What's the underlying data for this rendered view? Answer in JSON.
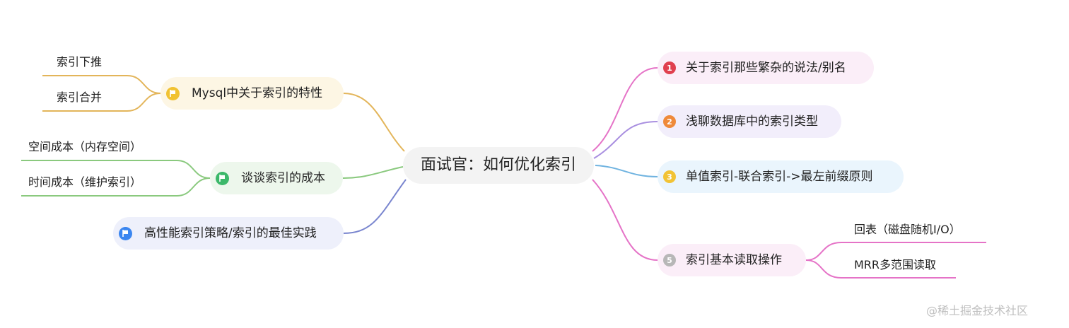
{
  "center": {
    "label": "面试官：如何优化索引"
  },
  "right_branches": [
    {
      "badge": "1",
      "label": "关于索引那些繁杂的说法/别名",
      "color": "#e573c7",
      "fill": "#fbeef8",
      "badge_color": "#e0404f"
    },
    {
      "badge": "2",
      "label": "浅聊数据库中的索引类型",
      "color": "#a98fe0",
      "fill": "#f2eefb",
      "badge_color": "#ef8a3a"
    },
    {
      "badge": "3",
      "label": "单值索引-联合索引->最左前缀原则",
      "color": "#6fb3e0",
      "fill": "#eaf5fd",
      "badge_color": "#f2c335"
    },
    {
      "badge": "5",
      "label": "索引基本读取操作",
      "color": "#e573c7",
      "fill": "#fbeef8",
      "badge_color": "#b7b7b7",
      "children": [
        "回表（磁盘随机I/O）",
        "MRR多范围读取"
      ]
    }
  ],
  "left_branches": [
    {
      "label": "Mysql中关于索引的特性",
      "color": "#e3b55a",
      "fill": "#fdf6e4",
      "flag_color": "#f1c232",
      "children": [
        "索引下推",
        "索引合并"
      ]
    },
    {
      "label": "谈谈索引的成本",
      "color": "#8ac97e",
      "fill": "#edf7ec",
      "flag_color": "#3cb86a",
      "children": [
        "空间成本（内存空间）",
        "时间成本（维护索引）"
      ]
    },
    {
      "label": "高性能索引策略/索引的最佳实践",
      "color": "#7a86cf",
      "fill": "#eef0fb",
      "flag_color": "#3b86f0"
    }
  ],
  "watermark": "@稀土掘金技术社区"
}
